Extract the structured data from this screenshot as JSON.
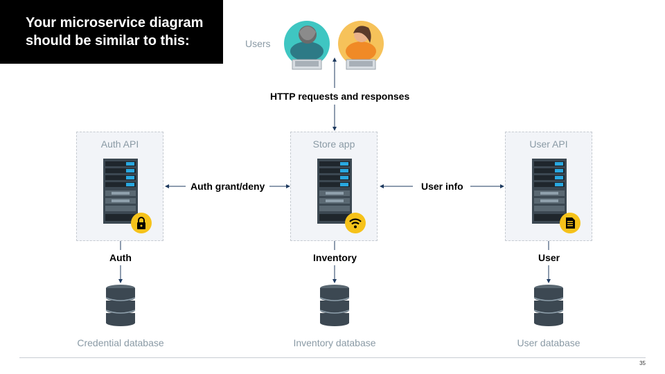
{
  "title": {
    "line1": "Your microservice diagram",
    "line2": "should be similar to this:"
  },
  "users": {
    "label": "Users"
  },
  "connections": {
    "http": "HTTP requests and responses",
    "auth_grant": "Auth grant/deny",
    "user_info": "User info",
    "auth": "Auth",
    "inventory": "Inventory",
    "user": "User"
  },
  "services": [
    {
      "name": "Auth API",
      "badge_icon": "lock-icon"
    },
    {
      "name": "Store app",
      "badge_icon": "wifi-icon"
    },
    {
      "name": "User API",
      "badge_icon": "document-icon"
    }
  ],
  "databases": [
    {
      "name": "Credential database"
    },
    {
      "name": "Inventory database"
    },
    {
      "name": "User database"
    }
  ],
  "footer": {
    "page_number": "35"
  },
  "colors": {
    "arrow": "#1e3a5f",
    "badge": "#f6c21a",
    "server_dark": "#3c4852",
    "server_accent": "#29a8e0",
    "box_bg": "#f2f4f8",
    "user1_bg": "#3fc6c2",
    "user2_bg": "#f6c25a"
  }
}
